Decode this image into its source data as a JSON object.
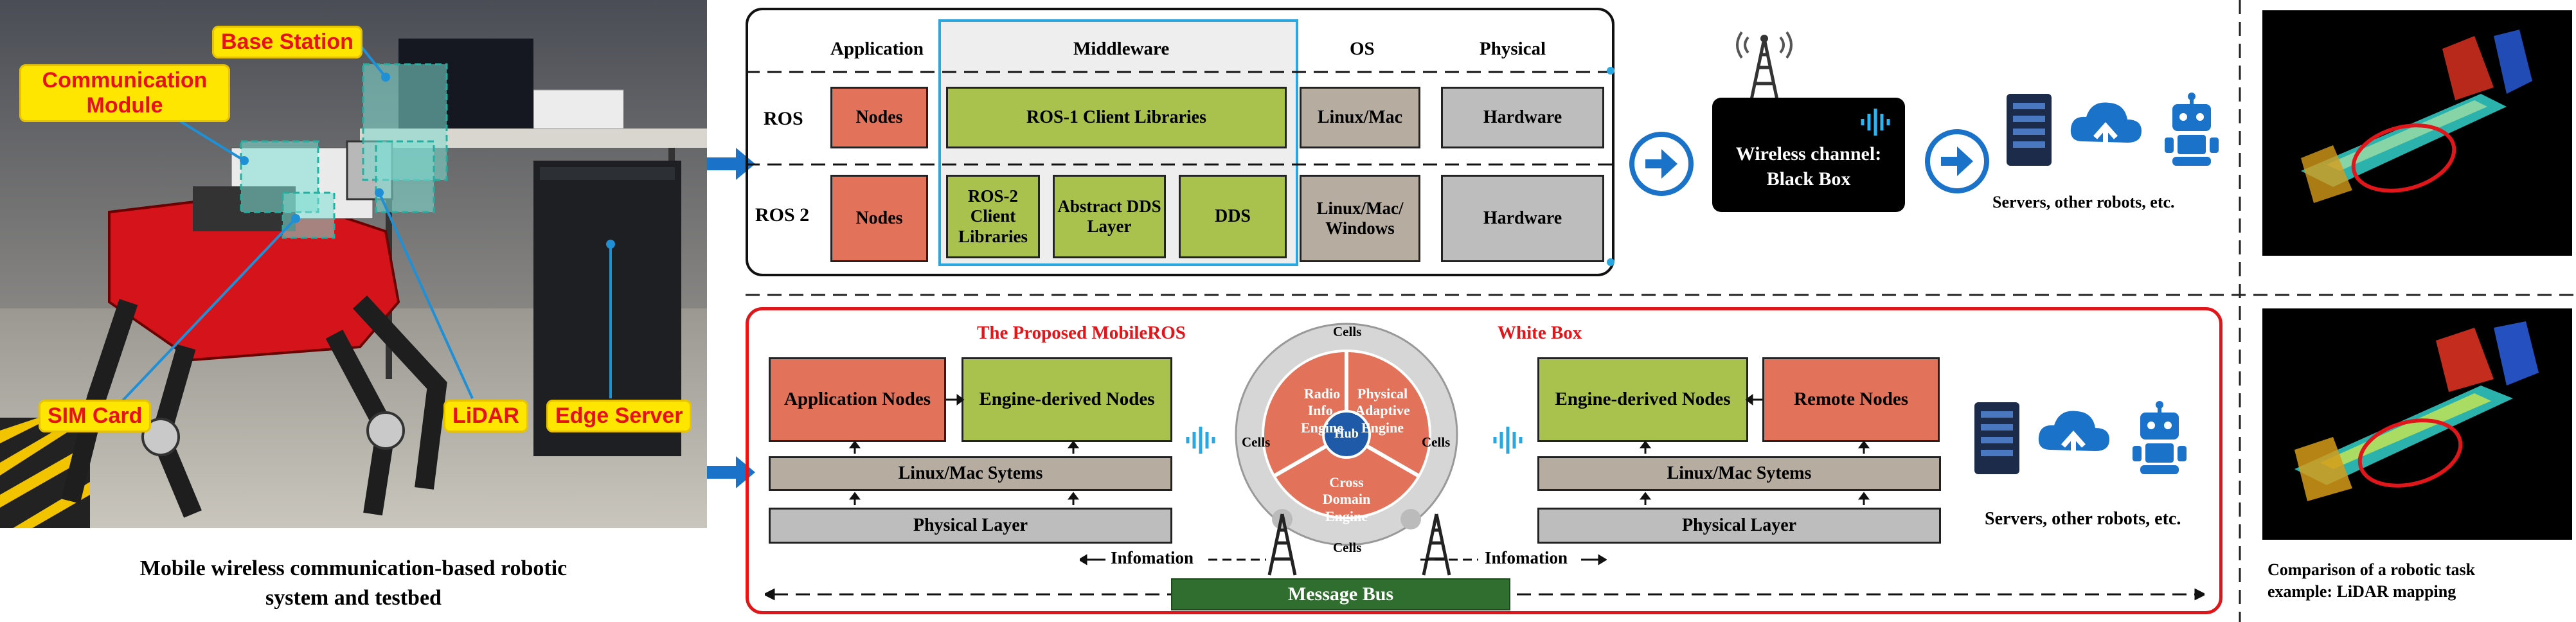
{
  "testbed": {
    "labels": {
      "base_station": "Base Station",
      "comm_module": "Communication Module",
      "sim_card": "SIM Card",
      "lidar": "LiDAR",
      "edge_server": "Edge Server"
    },
    "caption_line1": "Mobile wireless communication-based robotic",
    "caption_line2": "system and testbed"
  },
  "stack": {
    "headers": {
      "application": "Application",
      "middleware": "Middleware",
      "os": "OS",
      "physical": "Physical"
    },
    "ros1": {
      "row": "ROS",
      "nodes": "Nodes",
      "client": "ROS-1 Client Libraries",
      "os": "Linux/Mac",
      "hw": "Hardware"
    },
    "ros2": {
      "row": "ROS 2",
      "nodes": "Nodes",
      "client": "ROS-2 Client Libraries",
      "abstract": "Abstract DDS Layer",
      "dds": "DDS",
      "os": "Linux/Mac/ Windows",
      "hw": "Hardware"
    }
  },
  "channel": {
    "line1": "Wireless channel:",
    "line2": "Black Box"
  },
  "servers_top": "Servers, other robots, etc.",
  "mobileros": {
    "title": "The Proposed MobileROS",
    "white_box": "White Box",
    "left": {
      "app": "Application Nodes",
      "engine": "Engine-derived Nodes",
      "os": "Linux/Mac Sytems",
      "phys": "Physical Layer"
    },
    "right": {
      "engine": "Engine-derived Nodes",
      "remote": "Remote Nodes",
      "os": "Linux/Mac Sytems",
      "phys": "Physical Layer"
    },
    "hub": {
      "center": "Hub",
      "radio": "Radio Info. Engine",
      "physical": "Physical Adaptive Engine",
      "cross": "Cross Domain Engine",
      "cells": "Cells"
    },
    "info_left": "Infomation",
    "info_right": "Infomation",
    "bus": "Message Bus"
  },
  "servers_bottom": "Servers, other robots, etc.",
  "comparison": {
    "line1": "Comparison of a robotic task",
    "line2": "example: LiDAR mapping"
  },
  "colors": {
    "orange": "#e2735a",
    "green": "#a8c24d",
    "gray": "#bdbdbd",
    "tan": "#b6aca0",
    "blue": "#1a73c8",
    "red": "#e0161b",
    "bus": "#2f6e2f"
  }
}
